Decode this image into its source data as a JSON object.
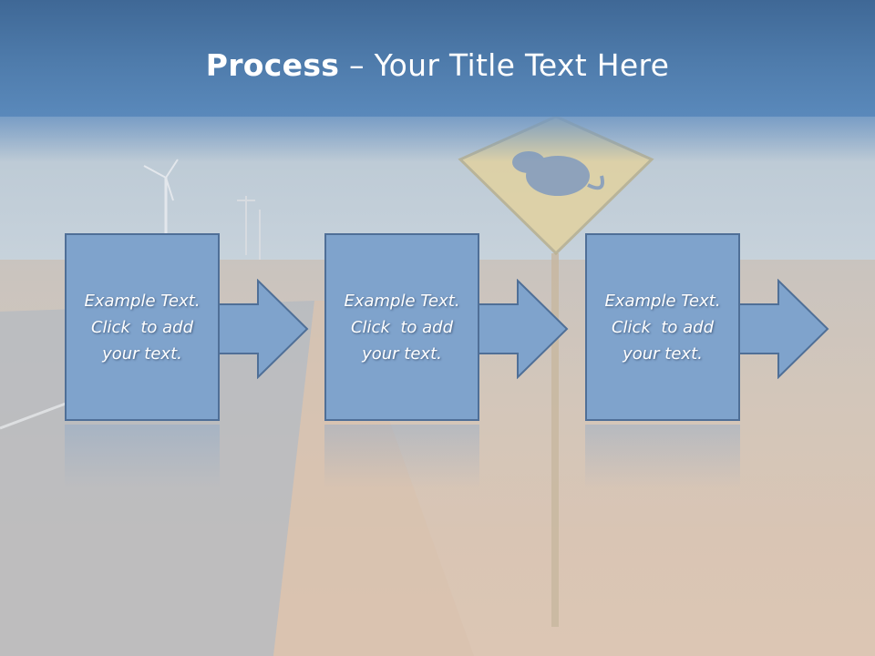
{
  "slide": {
    "title_bold": "Process",
    "title_rest": " – Your Title Text Here"
  },
  "steps": [
    {
      "line1": "Example Text.",
      "line2": "Click  to add",
      "line3": "your text."
    },
    {
      "line1": "Example Text.",
      "line2": "Click  to add",
      "line3": "your text."
    },
    {
      "line1": "Example Text.",
      "line2": "Click  to add",
      "line3": "your text."
    }
  ],
  "colors": {
    "title_band": "#4f7cac",
    "box_fill": "#7fa3cc",
    "box_border": "#4f6f97",
    "text": "#ffffff"
  }
}
